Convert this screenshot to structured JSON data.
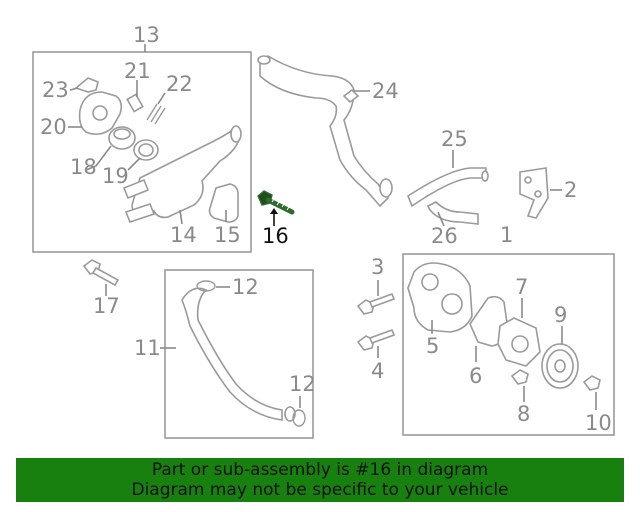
{
  "highlight": "16",
  "callouts": {
    "c1": "1",
    "c2": "2",
    "c3": "3",
    "c4": "4",
    "c5": "5",
    "c6": "6",
    "c7": "7",
    "c8": "8",
    "c9": "9",
    "c10": "10",
    "c11": "11",
    "c12a": "12",
    "c12b": "12",
    "c13": "13",
    "c14": "14",
    "c15": "15",
    "c16": "16",
    "c17": "17",
    "c18": "18",
    "c19": "19",
    "c20": "20",
    "c21": "21",
    "c22": "22",
    "c23": "23",
    "c24": "24",
    "c25": "25",
    "c26": "26"
  },
  "banner": {
    "line1": "Part or sub-assembly is #16 in diagram",
    "line2": "Diagram may not be specific to your vehicle"
  },
  "colors": {
    "banner_bg": "#17800f",
    "highlight_part": "#2e6b2e",
    "line_art": "#9a9a9a"
  }
}
